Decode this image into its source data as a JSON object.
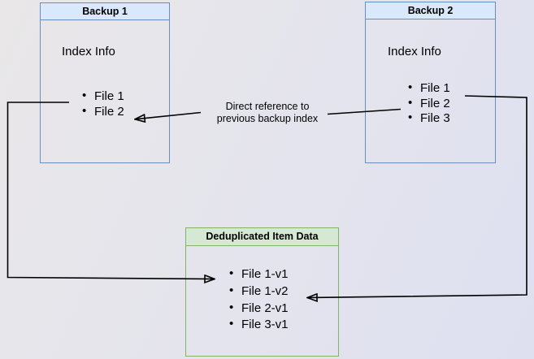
{
  "backup1": {
    "title": "Backup 1",
    "subtitle": "Index Info",
    "files": [
      "File 1",
      "File 2"
    ]
  },
  "backup2": {
    "title": "Backup 2",
    "subtitle": "Index Info",
    "files": [
      "File 1",
      "File 2",
      "File 3"
    ]
  },
  "dedup": {
    "title": "Deduplicated Item Data",
    "items": [
      "File 1-v1",
      "File 1-v2",
      "File 2-v1",
      "File 3-v1"
    ]
  },
  "annotation": {
    "line1": "Direct reference to",
    "line2": "previous backup index"
  },
  "colors": {
    "blue_fill": "#dae8fc",
    "blue_border": "#6c8ebf",
    "green_fill": "#d5e8d4",
    "green_border": "#82b366",
    "arrow": "#000000"
  }
}
